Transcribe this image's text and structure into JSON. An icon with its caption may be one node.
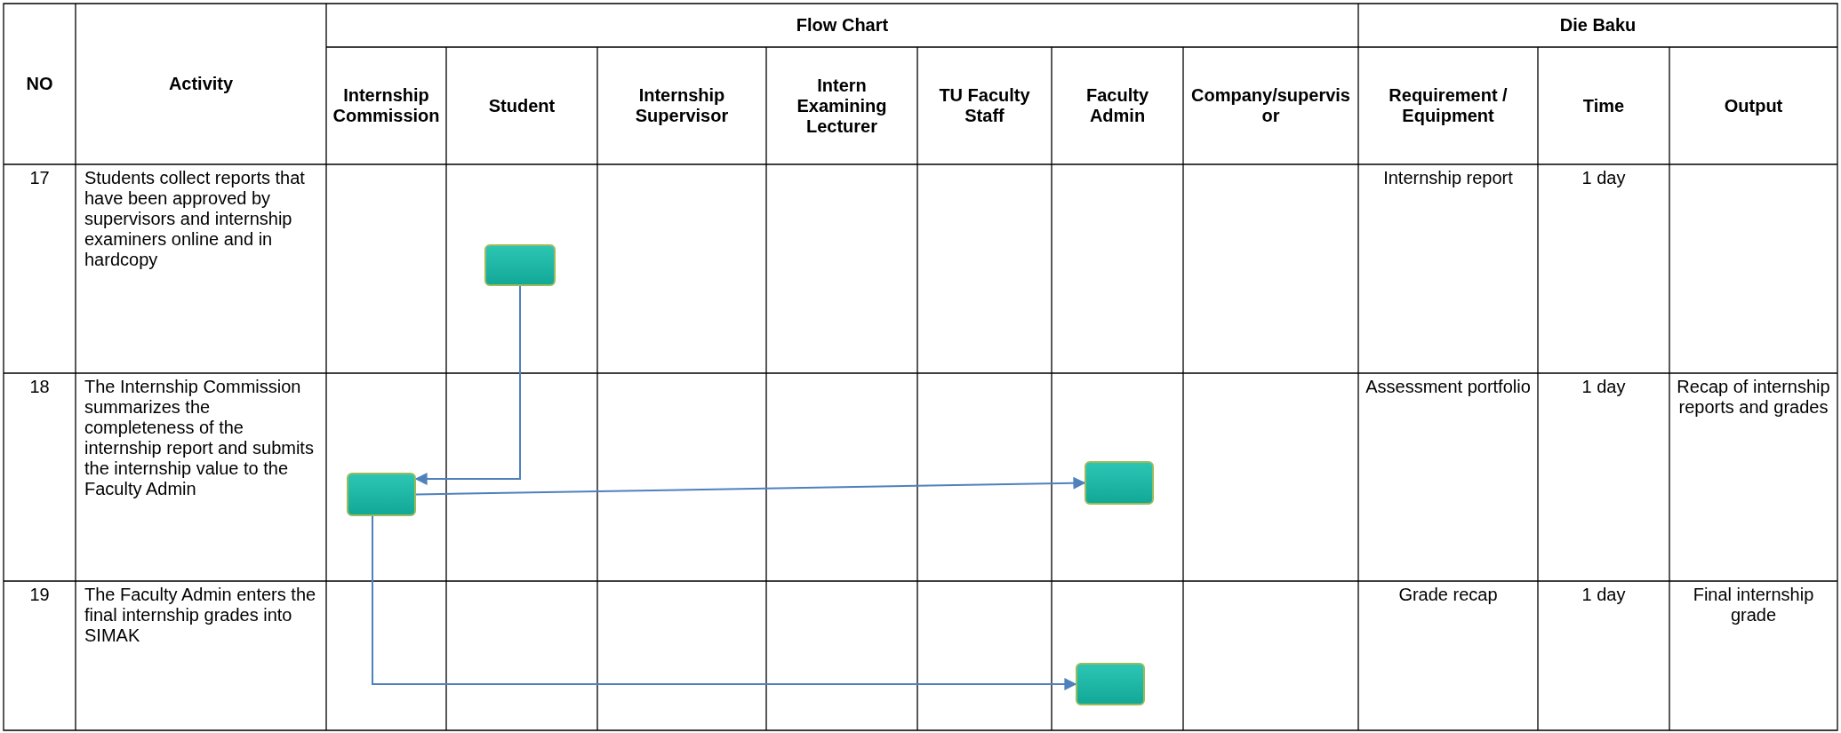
{
  "diagram": {
    "nodes": [
      {
        "text": [],
        "shape": "box"
      },
      {
        "text": [],
        "shape": "box"
      },
      {
        "text": [],
        "shape": "box"
      },
      {
        "text": [],
        "shape": "box"
      }
    ],
    "edges": [
      {
        "from": 0,
        "to": 1,
        "arrow": "to"
      },
      {
        "from": 1,
        "to": 2,
        "arrow": "to"
      },
      {
        "from": 1,
        "to": 3,
        "arrow": "to"
      }
    ],
    "labels": [
      "NO",
      "Activity",
      "Flow Chart",
      "Die Baku",
      "Internship Commission",
      "Student",
      "Internship Supervisor",
      "Intern Examining Lecturer",
      "TU Faculty Staff",
      "Faculty Admin",
      "Company/supervisor",
      "Requirement / Equipment",
      "Time",
      "Output",
      "17",
      "Students collect reports that have been approved by supervisors and internship examiners online and in hardcopy",
      "Internship report",
      "1 day",
      "18",
      "The Internship Commission summarizes the completeness of the internship report and submits the internship value to the Faculty Admin",
      "Assessment portfolio",
      "1 day",
      "Recap of internship reports and grades",
      "19",
      "The Faculty Admin enters the final internship grades into SIMAK",
      "Grade recap",
      "1 day",
      "Final internship grade"
    ]
  }
}
